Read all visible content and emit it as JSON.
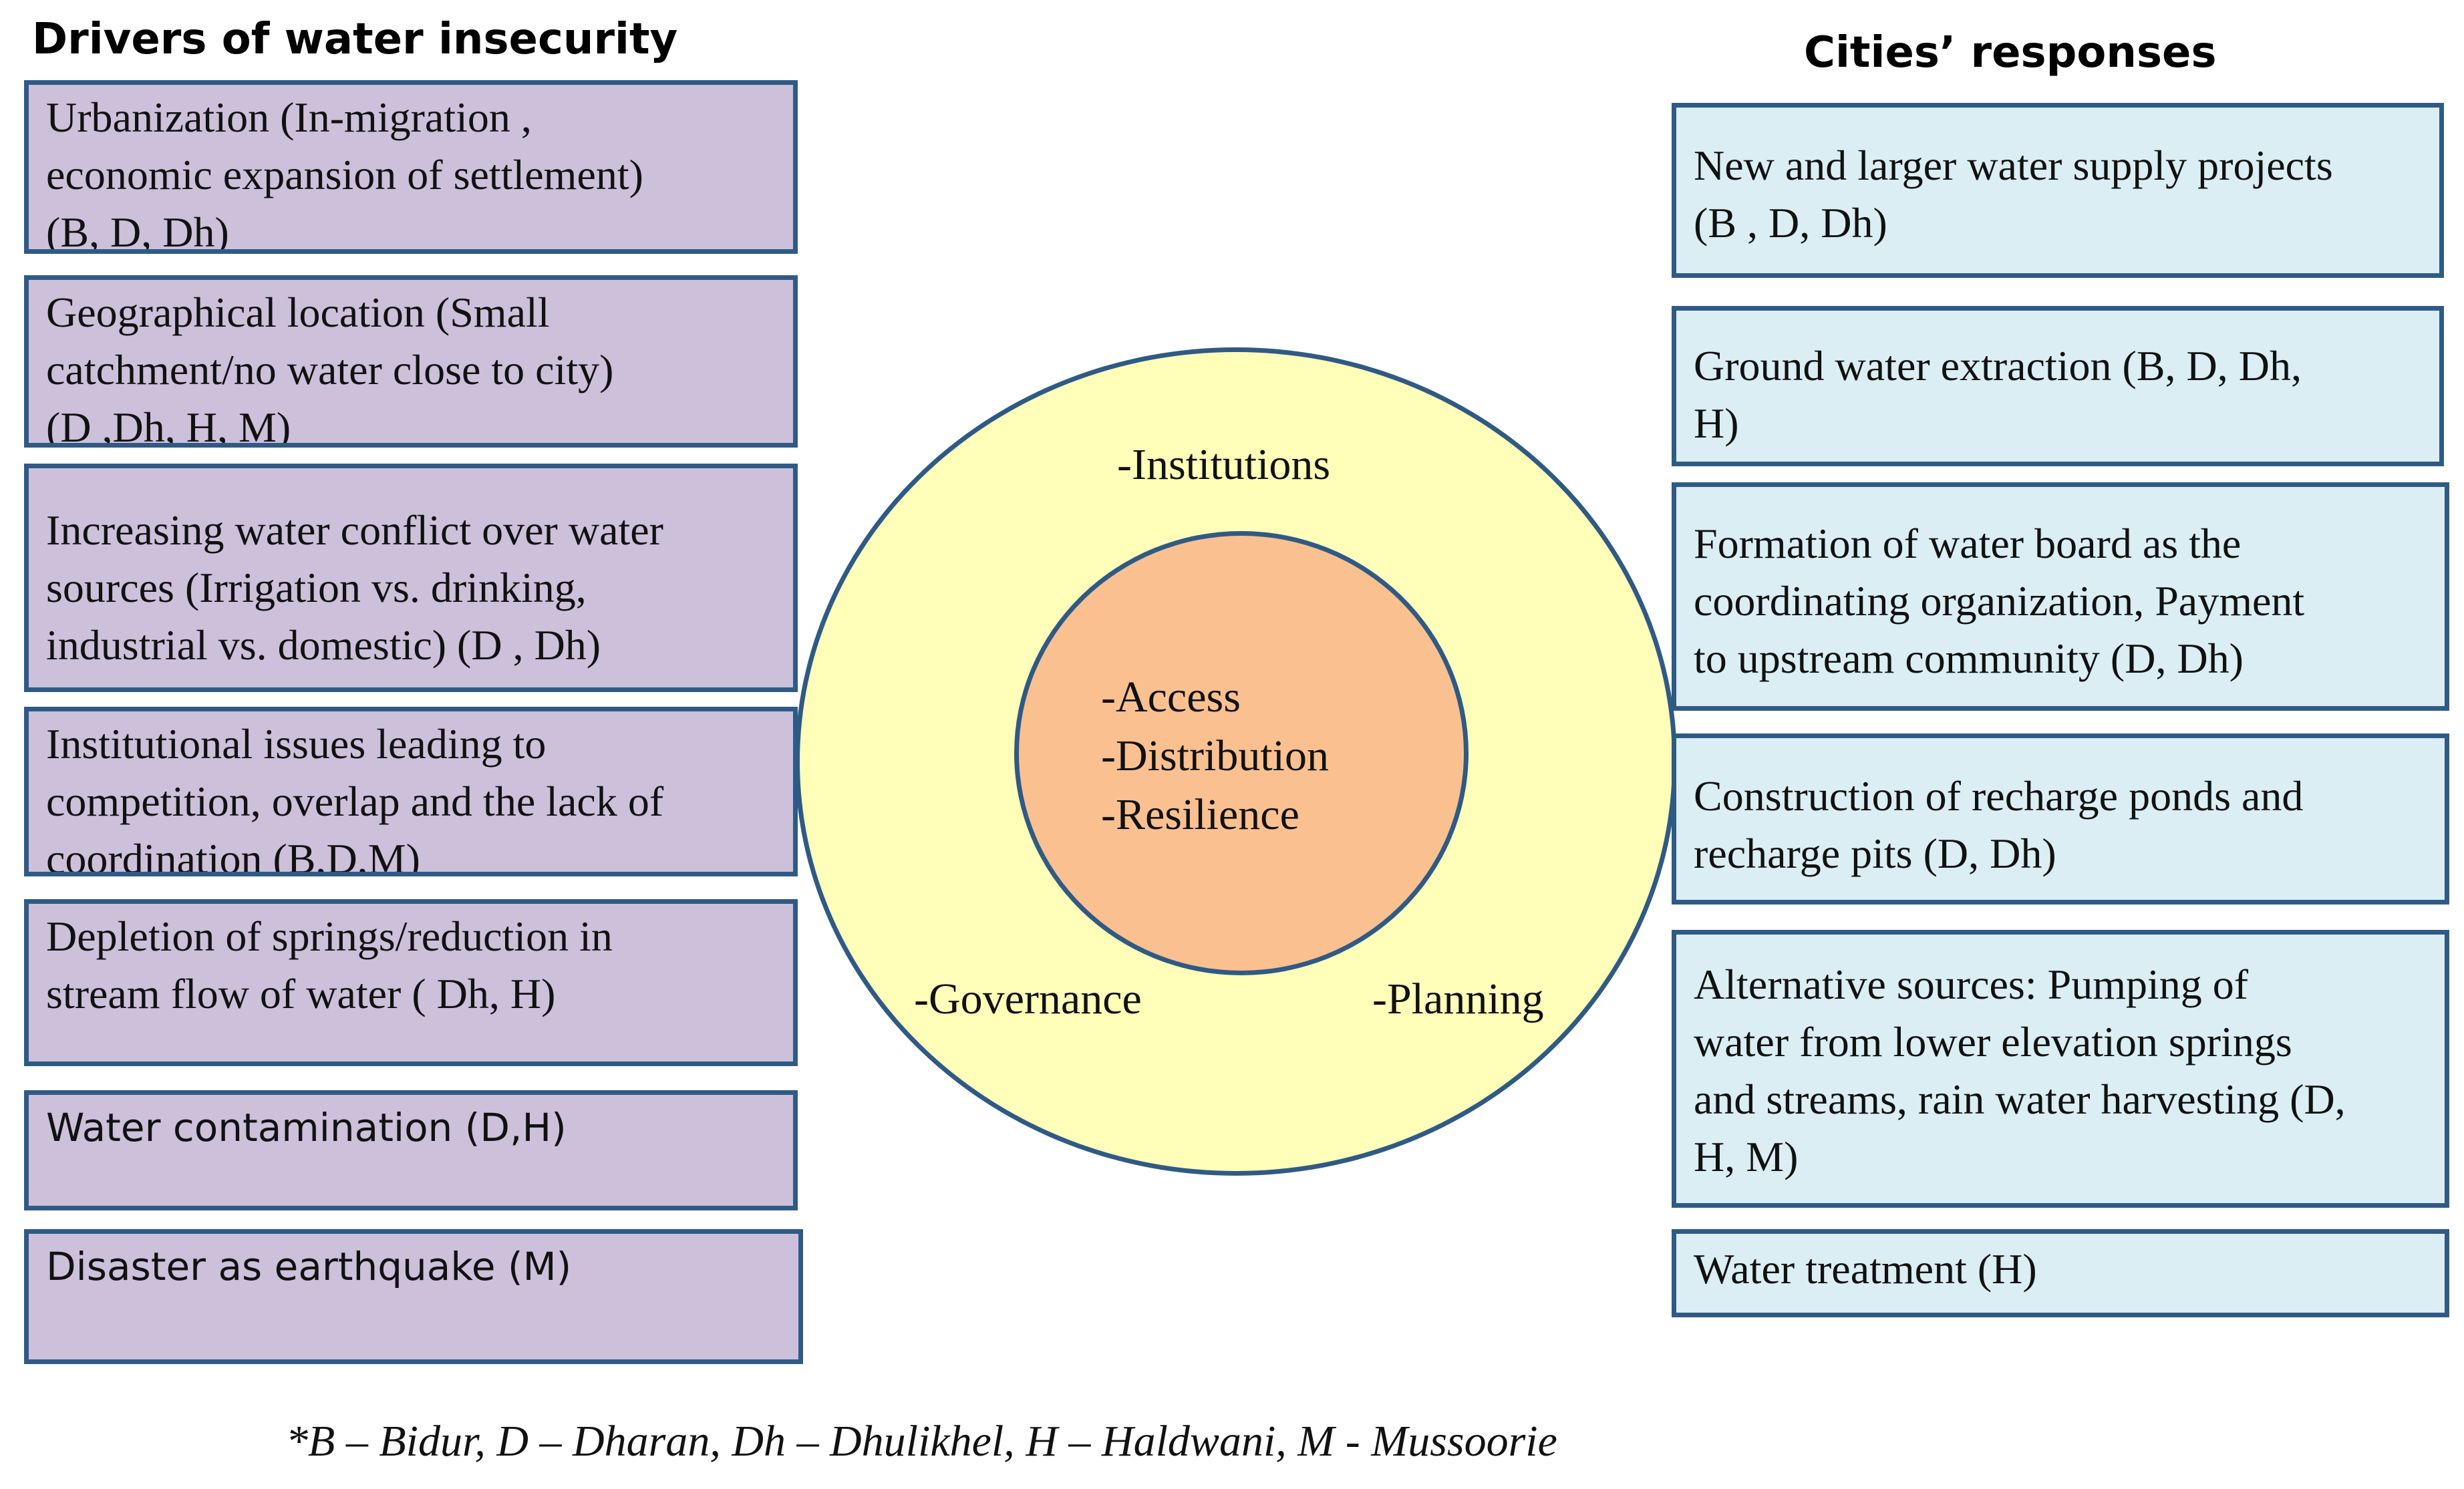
{
  "left_panel": {
    "title": "Drivers of water insecurity",
    "items": [
      {
        "lines": [
          "Urbanization (In-migration ,",
          "economic expansion of settlement)",
          " (B, D, Dh)"
        ]
      },
      {
        "lines": [
          "Geographical location (Small",
          "catchment/no water close to city)",
          "(D ,Dh, H, M)"
        ]
      },
      {
        "lines": [
          "Increasing water conflict over water",
          "sources (Irrigation vs.  drinking,",
          "industrial vs. domestic) (D , Dh)"
        ]
      },
      {
        "lines": [
          "Institutional issues leading to",
          "competition, overlap and the lack of",
          "coordination (B,D,M)"
        ]
      },
      {
        "lines": [
          "Depletion of springs/reduction in",
          "stream flow of water ( Dh, H)"
        ]
      },
      {
        "lines": [
          "Water contamination (D,H)"
        ]
      },
      {
        "lines": [
          "Disaster as earthquake (M)"
        ]
      }
    ]
  },
  "right_panel": {
    "title": "Cities’ responses",
    "items": [
      {
        "lines": [
          "New and larger water supply projects",
          "(B , D, Dh)"
        ]
      },
      {
        "lines": [
          "Ground water extraction (B, D, Dh,",
          "H)"
        ]
      },
      {
        "lines": [
          "Formation of water board as the",
          "coordinating organization, Payment",
          "to upstream community (D, Dh)"
        ]
      },
      {
        "lines": [
          "Construction of recharge ponds and",
          "recharge pits (D, Dh)"
        ]
      },
      {
        "lines": [
          "Alternative sources: Pumping of",
          "water from lower elevation springs",
          "and streams, rain water harvesting (D,",
          "H, M)"
        ]
      },
      {
        "lines": [
          "Water treatment (H)"
        ]
      }
    ]
  },
  "center": {
    "outer_labels": {
      "top": "-Institutions",
      "bottom_left": "-Governance",
      "bottom_right": "-Planning"
    },
    "inner_labels": [
      "-Access",
      "-Distribution",
      "-Resilience"
    ]
  },
  "footnote": "*B – Bidur, D – Dharan, Dh – Dhulikhel, H – Haldwani,  M - Mussoorie",
  "colors": {
    "driver_box": "#ccc0da",
    "response_box": "#daeef3",
    "border": "#2f5a85",
    "outer_circle": "#ffffb9",
    "inner_circle": "#fac090"
  }
}
